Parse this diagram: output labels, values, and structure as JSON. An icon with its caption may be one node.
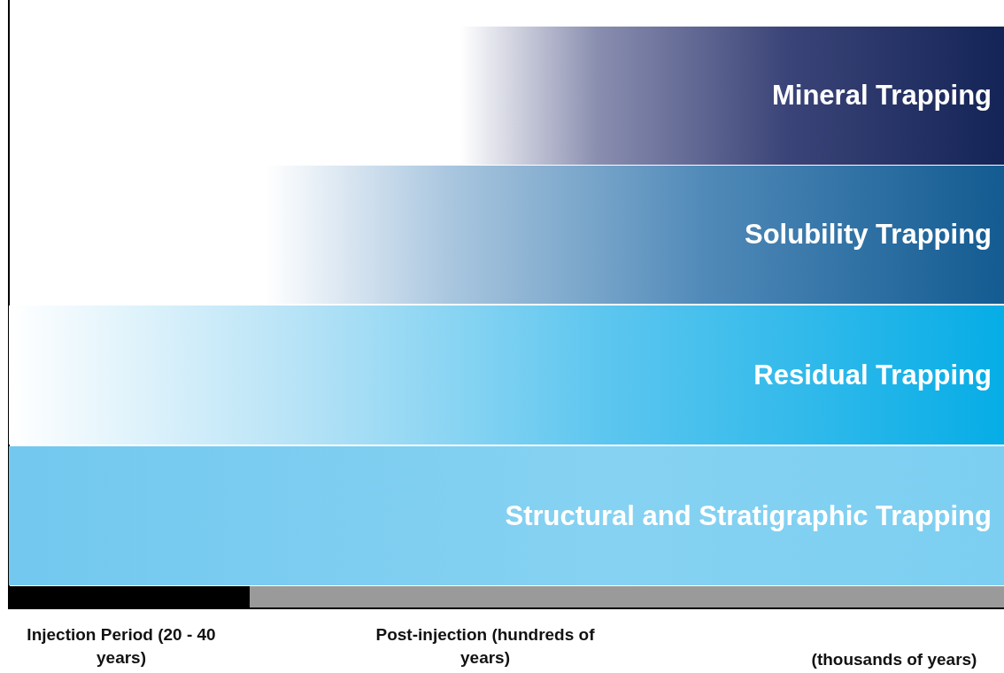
{
  "diagram": {
    "nodes": [
      {
        "text": [
          "Mineral Trapping"
        ]
      },
      {
        "text": [
          "Solubility Trapping"
        ]
      },
      {
        "text": [
          "Residual Trapping"
        ]
      },
      {
        "text": [
          "Structural and Stratigraphic Trapping"
        ]
      }
    ],
    "labels": [
      "Injection Period (20 - 40 years)",
      "Post-injection (hundreds of years)",
      "(thousands of years)"
    ]
  }
}
